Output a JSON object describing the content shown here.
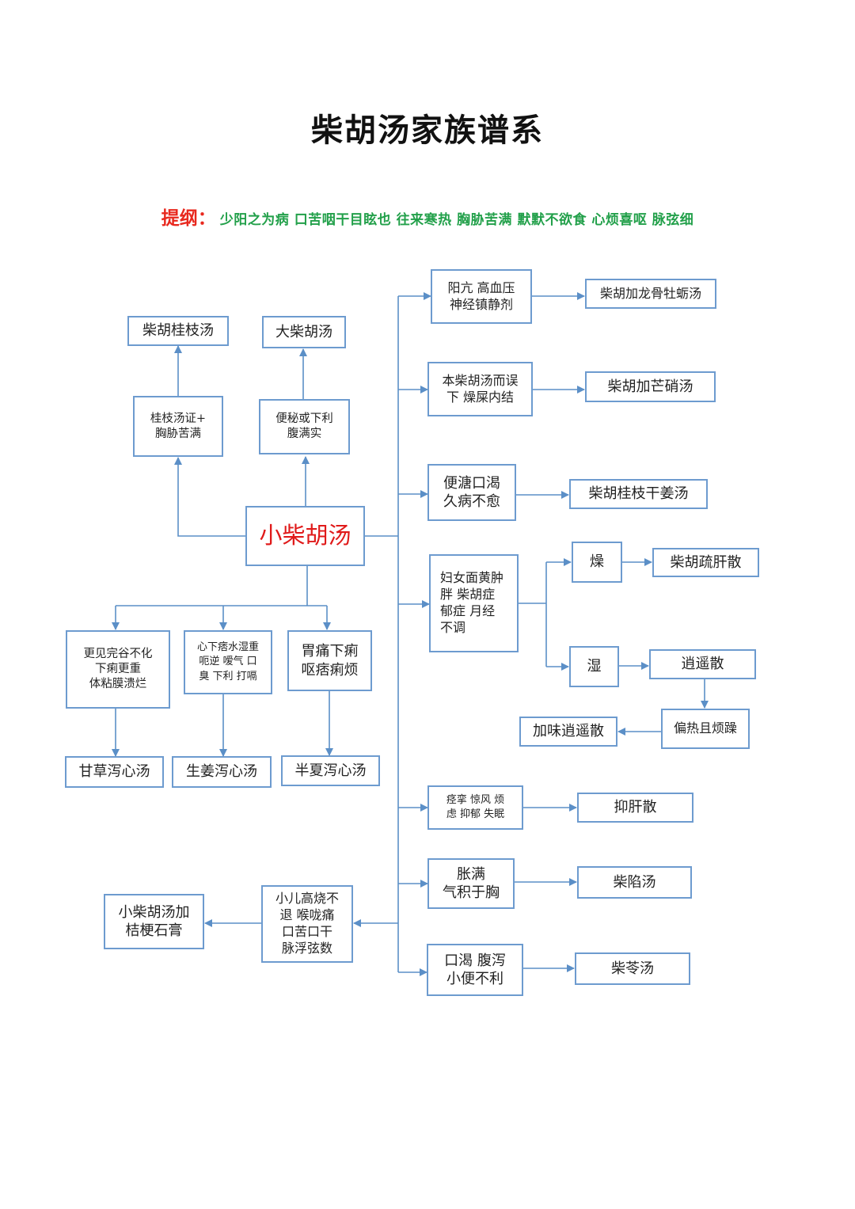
{
  "title": "柴胡汤家族谱系",
  "outline": {
    "label": "提纲：",
    "text": "少阳之为病  口苦咽干目眩也  往来寒热  胸胁苦满  默默不欲食  心烦喜呕  脉弦细"
  },
  "nodes": {
    "center": "小柴胡汤",
    "guizhi_cond": "桂枝汤证+\n胸胁苦满",
    "chaihu_guizhi": "柴胡桂枝汤",
    "bianmi_cond": "便秘或下利\n腹满实",
    "da_chaihu": "大柴胡汤",
    "gengjian_cond": "更见完谷不化\n下痢更重\n体粘膜溃烂",
    "gancao_xiexin": "甘草泻心汤",
    "xinxia_cond": "心下痞水湿重\n呃逆  嗳气  口\n臭  下利  打嗝",
    "shengjiang_xiexin": "生姜泻心汤",
    "weitong_cond": "胃痛下痢\n呕痞痢烦",
    "banxia_xiexin": "半夏泻心汤",
    "yangkang_cond": "阳亢  高血压\n神经镇静剂",
    "longgu_muli": "柴胡加龙骨牡蛎汤",
    "wuxia_cond": "本柴胡汤而误\n下    燥屎内结",
    "mangxiao": "柴胡加芒硝汤",
    "biantang_cond": "便溏口渴\n久病不愈",
    "guizhi_ganjiang": "柴胡桂枝干姜汤",
    "funu_cond": "妇女面黄肿\n胖    柴胡症\n郁症    月经\n不调",
    "zao": "燥",
    "shugan": "柴胡疏肝散",
    "shi": "湿",
    "xiaoyao": "逍遥散",
    "pianre_cond": "偏热且烦躁",
    "jiawei_xiaoyao": "加味逍遥散",
    "jingluan_cond": "痉挛  惊风  烦\n虑  抑郁  失眠",
    "yigan": "抑肝散",
    "zhangman_cond": "胀满\n气积于胸",
    "chaixian": "柴陷汤",
    "kouke_cond": "口渴  腹泻\n小便不利",
    "chaoling": "柴苓汤",
    "xiaoer_cond": "小儿高烧不\n退  喉咙痛\n口苦口干\n脉浮弦数",
    "jiegeng_shigao": "小柴胡汤加\n桔梗石膏"
  },
  "colors": {
    "box_border": "#6d9bcf",
    "connector": "#5b8fc7",
    "title": "#111111",
    "outline_label": "#e8281e",
    "outline_text": "#22a04a",
    "center_text": "#e01a1a"
  }
}
